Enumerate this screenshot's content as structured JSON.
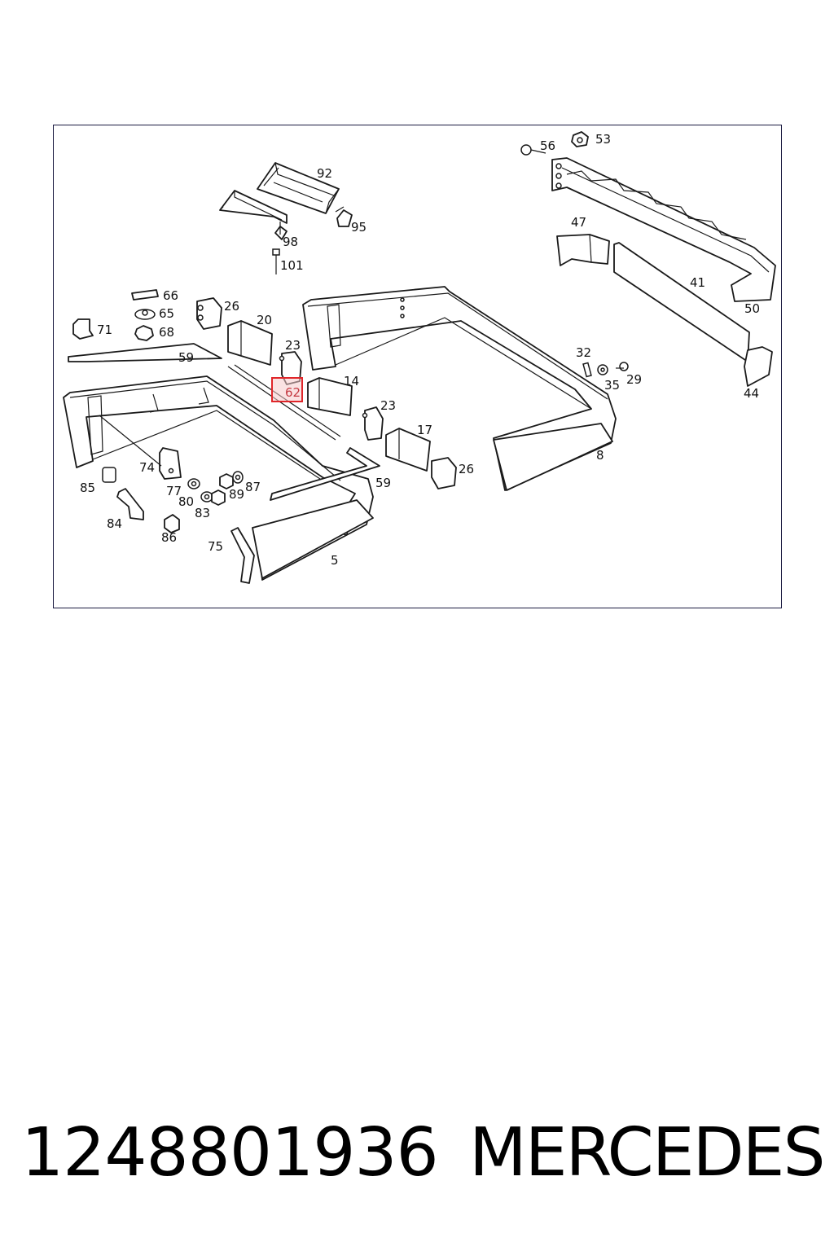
{
  "diagram": {
    "callouts": [
      "92",
      "95",
      "98",
      "101",
      "56",
      "53",
      "47",
      "41",
      "50",
      "44",
      "66",
      "65",
      "68",
      "71",
      "26",
      "20",
      "59",
      "23",
      "62",
      "14",
      "23",
      "17",
      "26",
      "32",
      "35",
      "29",
      "8",
      "74",
      "85",
      "77",
      "80",
      "83",
      "89",
      "87",
      "84",
      "86",
      "75",
      "59",
      "5"
    ],
    "highlighted_callout": "62",
    "highlight_color": "#e0262a"
  },
  "footer": {
    "part_number": "1248801936",
    "brand": "MERCEDES"
  }
}
